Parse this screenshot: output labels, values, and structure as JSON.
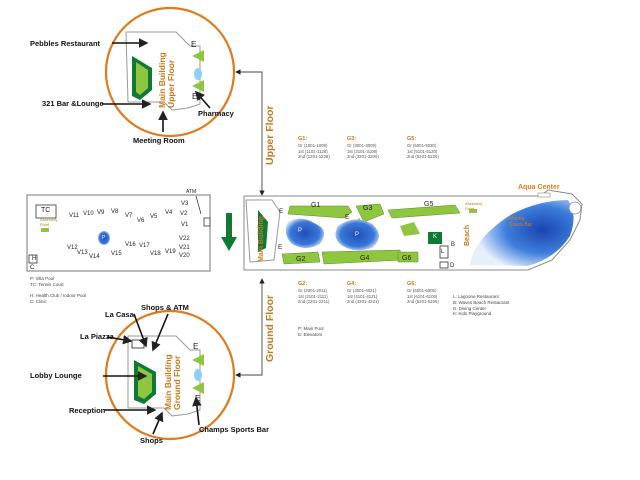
{
  "callouts": {
    "pebbles": "Pebbles Restaurant",
    "bar321": "321 Bar &Lounge",
    "meeting_room": "Meeting Room",
    "pharmacy": "Pharmacy",
    "shops_atm": "Shops & ATM",
    "la_casa": "La Casa",
    "la_piazza": "La Piazza",
    "lobby_lounge": "Lobby Lounge",
    "reception": "Reception",
    "shops": "Shops",
    "champs": "Champs Sports Bar"
  },
  "floors": {
    "upper": "Upper Floor",
    "ground": "Ground Floor"
  },
  "main_building": {
    "upper": [
      "Main Building",
      "Upper Floor"
    ],
    "ground": [
      "Main Building",
      "Ground Floor"
    ],
    "center": "Main Building"
  },
  "upper_rooms": [
    {
      "head": "G1:",
      "rows": [
        "Gr   (1001-1009)",
        "1st  (1101-1128)",
        "2nd (1201-1228)"
      ]
    },
    {
      "head": "G3:",
      "rows": [
        "Gr   (3001-3009)",
        "1st  (3101-3109)",
        "2nd (3201-3209)"
      ]
    },
    {
      "head": "G5:",
      "rows": [
        "Gr   (5001-5020)",
        "1st  (5101-5120)",
        "2nd (5201-5220)"
      ]
    }
  ],
  "ground_rooms": [
    {
      "head": "G2:",
      "rows": [
        "Gr   (2001-2011)",
        "1st  (2101-2111)",
        "2nd (2201-2211)"
      ]
    },
    {
      "head": "G4:",
      "rows": [
        "Gr   (4001-4021)",
        "1st  (4101-4121)",
        "2nd (4201-4221)"
      ]
    },
    {
      "head": "G6:",
      "rows": [
        "Gr   (6001-6006)",
        "1st  (6101-6106)",
        "2nd (6201-6206)"
      ]
    }
  ],
  "key_left": [
    "P:   Villa Pool",
    "TC:  Tennis Court",
    "",
    "H:   Health Club / Indoor Pool",
    "C:   Clinic"
  ],
  "key_ground_left": [
    "P: Main Pool",
    "E: Elevators"
  ],
  "key_ground_right": [
    "L: Lagoone Restaurant",
    "B: Waves Beach Restaurant",
    "D: Diving Center",
    "K: Kids Playground"
  ],
  "villa": {
    "tc": "TC",
    "h": "H",
    "c": "C",
    "p": "P",
    "atm": "ATM",
    "assembly": [
      "Assembly",
      "Point"
    ],
    "labels": [
      "V11",
      "V10",
      "V9",
      "V8",
      "V7",
      "V6",
      "V5",
      "V4",
      "V2",
      "V3",
      "V1",
      "V12",
      "V13",
      "V14",
      "V15",
      "V16",
      "V17",
      "V18",
      "V19",
      "V20",
      "V21",
      "V22"
    ]
  },
  "beach_map": {
    "aqua_center": "Aqua Center",
    "marina": [
      "Marina",
      "Snack Bar"
    ],
    "beach": "Beach",
    "assembly": [
      "Assembly",
      "Point"
    ],
    "g": [
      "G1",
      "G2",
      "G3",
      "G4",
      "G5",
      "G6"
    ],
    "e": [
      "E",
      "E",
      "E"
    ],
    "p": [
      "P",
      "P"
    ],
    "k": "K",
    "b": "B",
    "l": "L",
    "d": "D"
  },
  "circle_e": {
    "upper": [
      "E",
      "E"
    ],
    "ground": [
      "E",
      "E"
    ]
  },
  "colors": {
    "accent": "#e07a1a",
    "green": "#8fc63f",
    "dark_green": "#0f7a34",
    "blue": "#2a67c9",
    "label": "#c8781a"
  }
}
